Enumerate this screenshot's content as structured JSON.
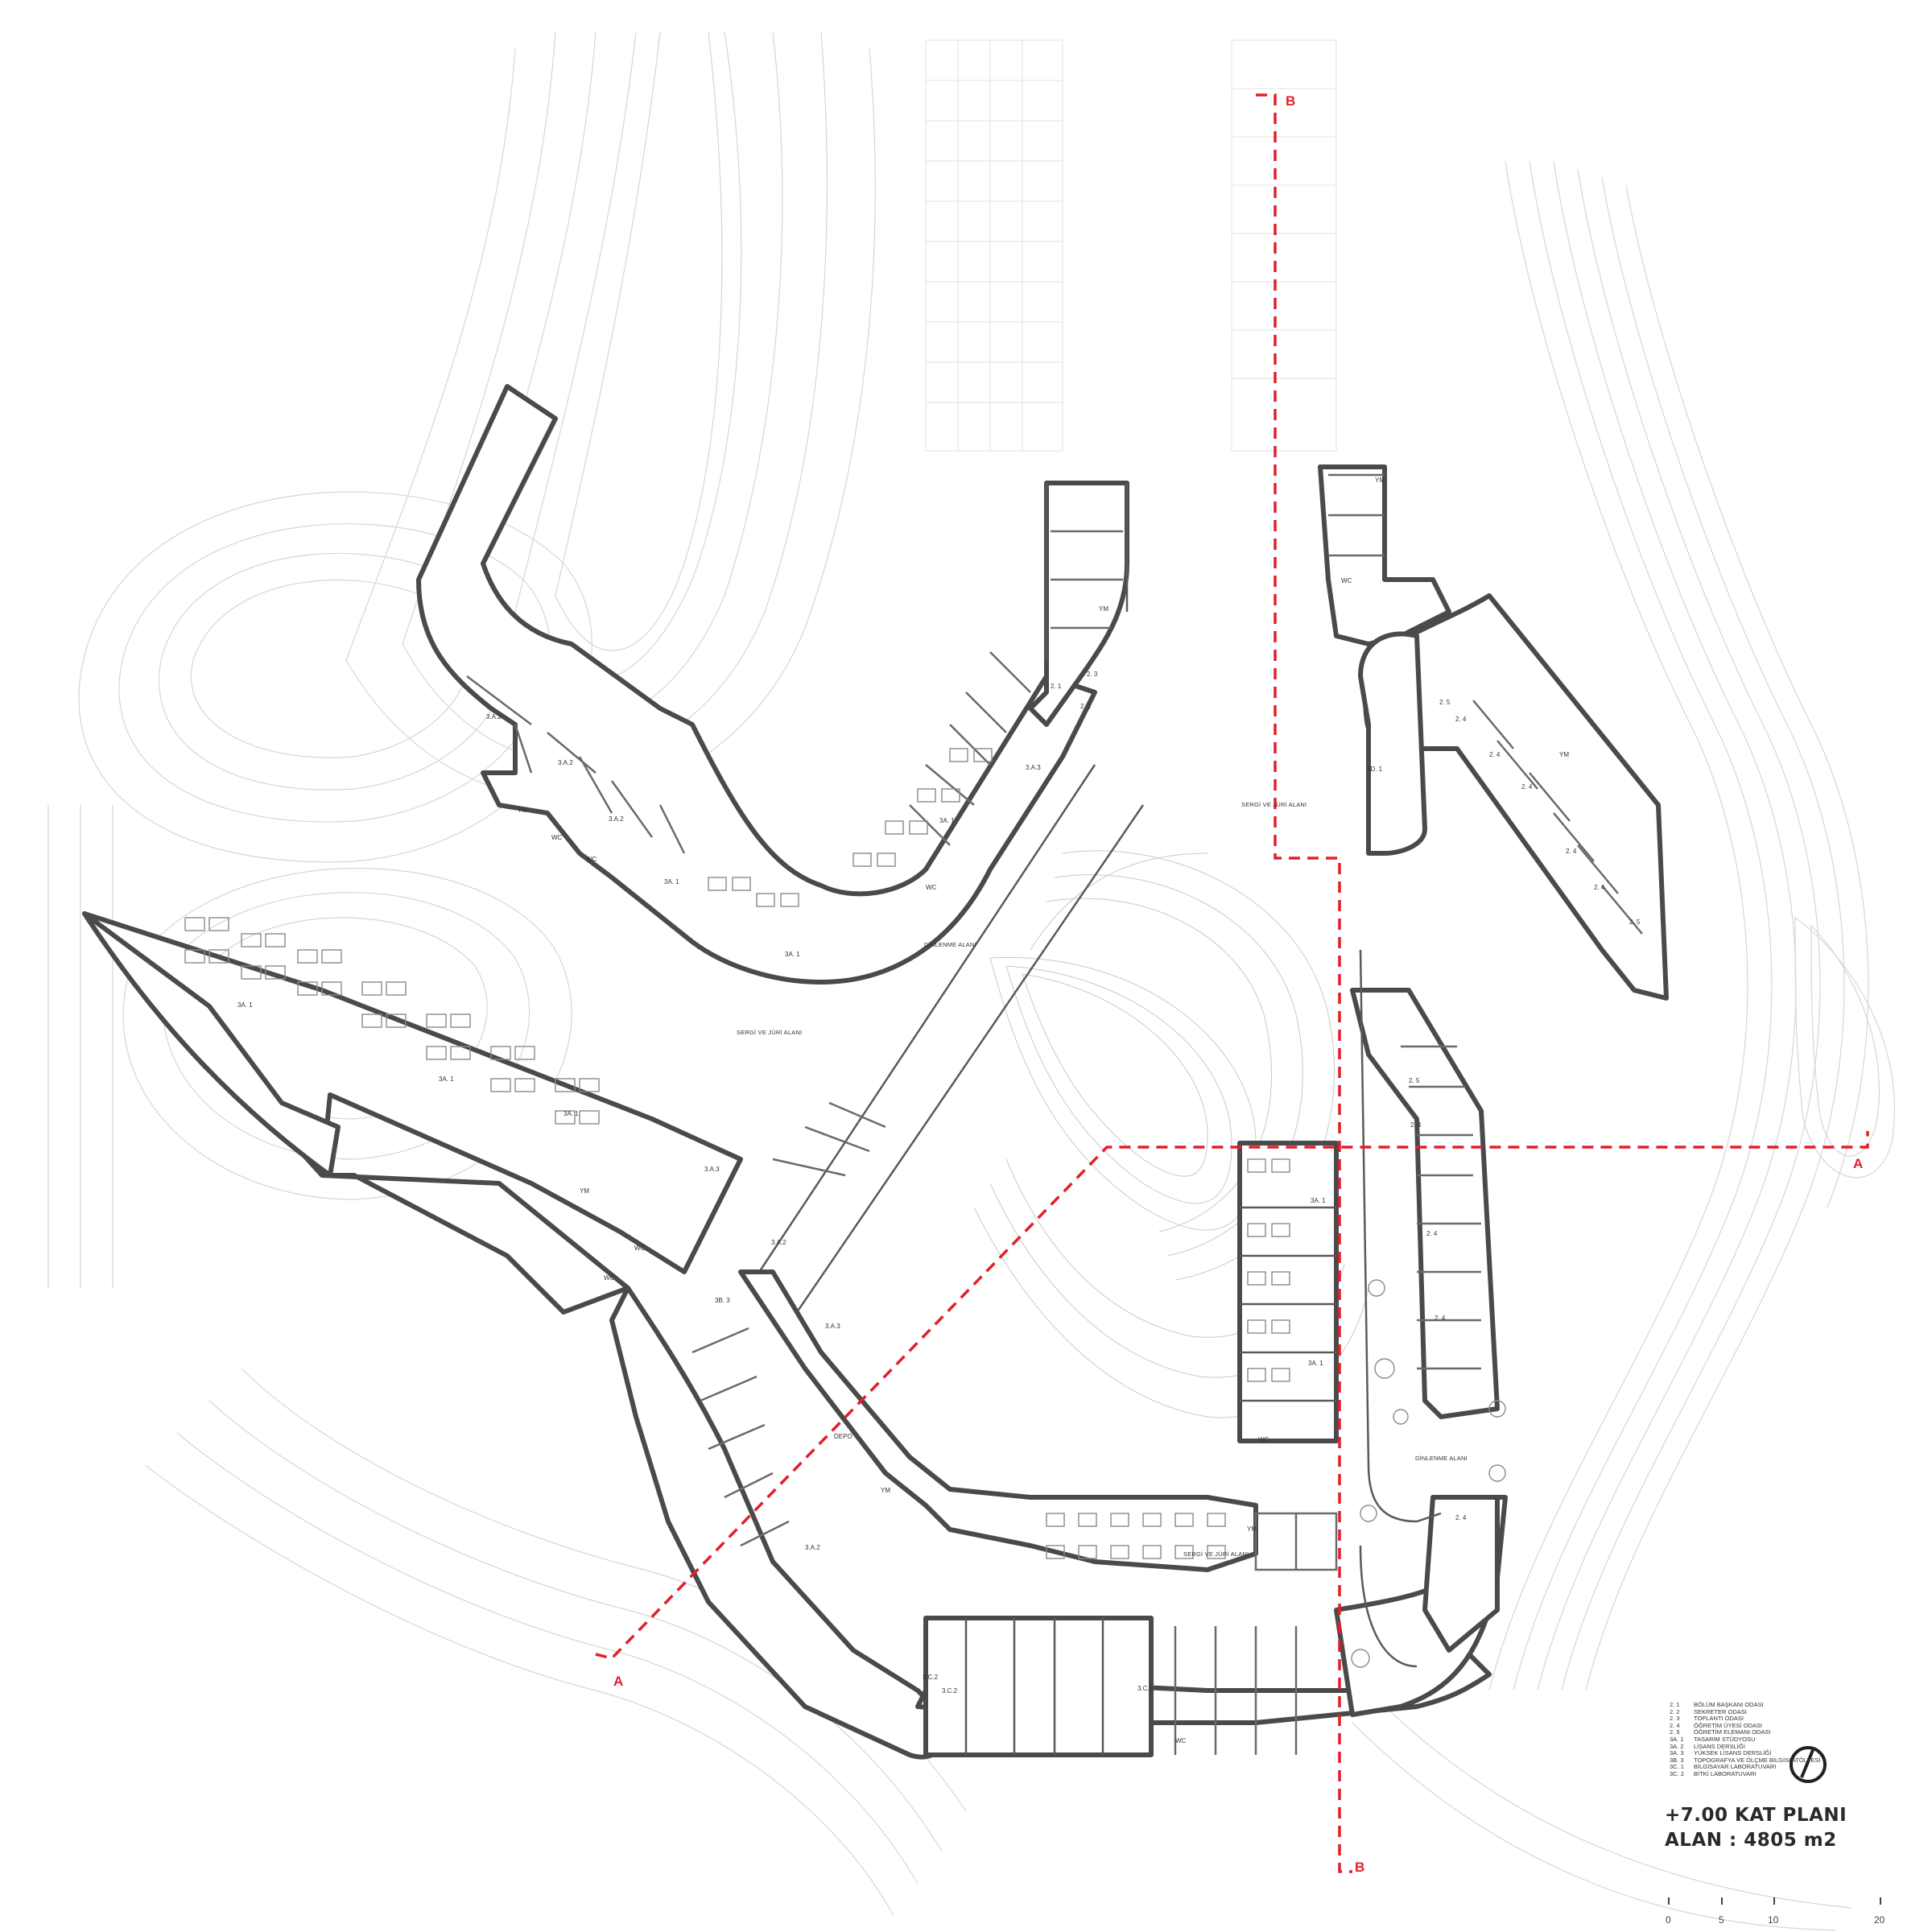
{
  "title": {
    "line1": "+7.00  KAT PLANI",
    "line2": "ALAN : 4805 m2"
  },
  "section_markers": {
    "a_label": "A",
    "b_label": "B"
  },
  "legend": [
    {
      "code": "2. 1",
      "text": "BÖLÜM BAŞKANI ODASI"
    },
    {
      "code": "2. 2",
      "text": "SEKRETER ODASI"
    },
    {
      "code": "2. 3",
      "text": "TOPLANTI ODASI"
    },
    {
      "code": "2. 4",
      "text": "ÖĞRETİM ÜYESİ ODASI"
    },
    {
      "code": "2. 5",
      "text": "ÖĞRETİM ELEMANI ODASI"
    },
    {
      "code": "3A. 1",
      "text": "TASARIM STÜDYOSU"
    },
    {
      "code": "3A. 2",
      "text": "LİSANS DERSLİĞİ"
    },
    {
      "code": "3A. 3",
      "text": "YÜKSEK LİSANS DERSLİĞİ"
    },
    {
      "code": "3B. 3",
      "text": "TOPOGRAFYA VE ÖLÇME BİLGİSİ ATÖLYESİ"
    },
    {
      "code": "3C. 1",
      "text": "BİLGİSAYAR LABORATUVARI"
    },
    {
      "code": "3C. 2",
      "text": "BİTKİ LABORATUVARI"
    }
  ],
  "scale_bar": [
    "0",
    "5",
    "10",
    "20"
  ],
  "rooms": {
    "r21": "2. 1",
    "r22": "2. 2",
    "r23": "2. 3",
    "r24a": "2. 4",
    "r24b": "2. 4",
    "r24c": "2. 4",
    "r24d": "2. 4",
    "r24e": "2. 4",
    "r24f": "2. 4",
    "r24g": "2. 4",
    "r24h": "2. 4",
    "r24i": "2. 4",
    "r25a": "2. 5",
    "r25b": "2. 5",
    "r25c": "2. 5",
    "r3a1a": "3A. 1",
    "r3a1b": "3A. 1",
    "r3a1c": "3A. 1",
    "r3a1d": "3A. 1",
    "r3a1e": "3A. 1",
    "r3a1f": "3A. 1",
    "r3a1g": "3A. 1",
    "r3a1h": "3A. 1",
    "r3a2a": "3.A.2",
    "r3a2b": "3.A.2",
    "r3a2c": "3.A.2",
    "r3a2d": "3.A.2",
    "r3a2e": "3.A.2",
    "r3a3a": "3.A.3",
    "r3a3b": "3.A.3",
    "r3a3c": "3.A.3",
    "r3b3": "3B. 3",
    "r3d1": "3D. 1",
    "r3c1": "3.C.1",
    "r3c2a": "3.C.2",
    "r3c2b": "3.C.2",
    "depo": "DEPO",
    "wc1": "WC",
    "wc2": "WC",
    "wc3": "WC",
    "wc4": "WC",
    "wc5": "WC",
    "wc6": "WC",
    "wc7": "WC",
    "wc8": "WC",
    "ym1": "YM",
    "ym2": "YM",
    "ym3": "YM",
    "ym4": "YM",
    "ym5": "YM",
    "ym6": "YM",
    "ym7": "YM"
  },
  "areas": {
    "sergi1": "SERGİ VE JÜRİ ALANI",
    "sergi2": "SERGİ VE JÜRİ ALANI",
    "sergi3": "SERGİ VE JÜRİ ALANI",
    "dinlenme1": "DİNLENME ALANI",
    "dinlenme2": "DİNLENME ALANI"
  }
}
